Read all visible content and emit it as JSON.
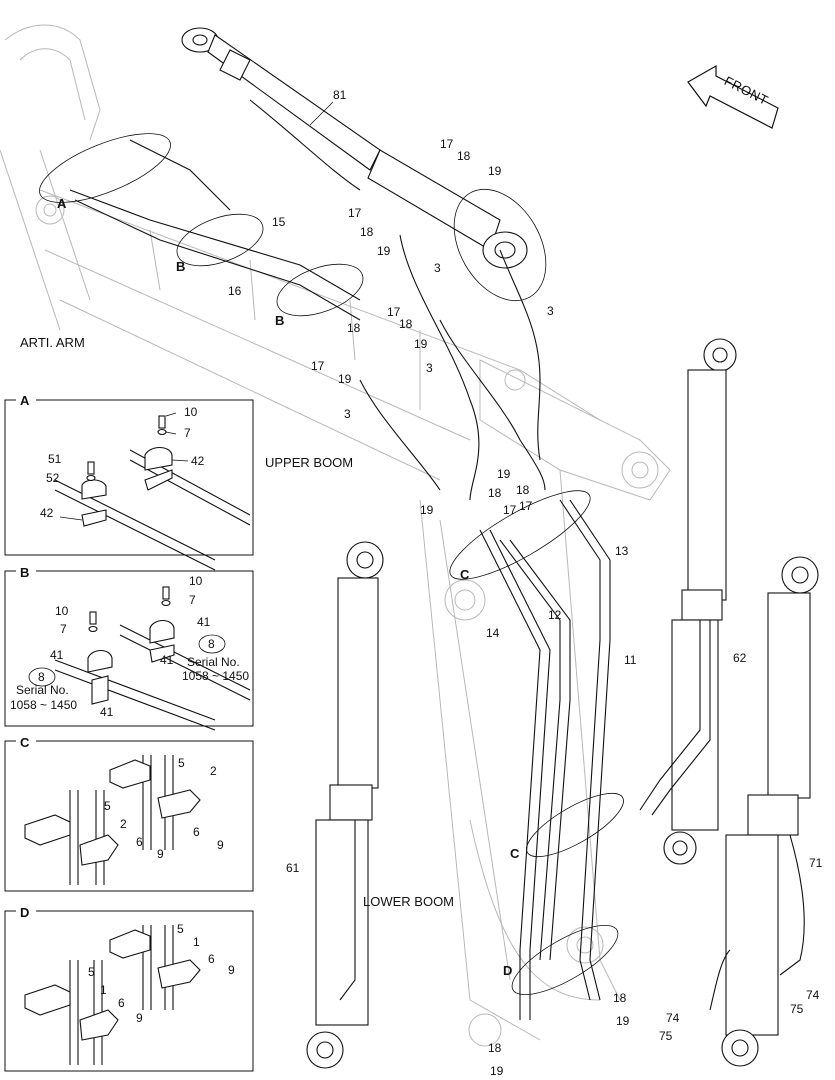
{
  "diagram": {
    "labels": {
      "front": "FRONT",
      "arti_arm": "ARTI. ARM",
      "upper_boom": "UPPER BOOM",
      "lower_boom": "LOWER BOOM",
      "callout_a": "A",
      "callout_b": "B",
      "callout_c": "C",
      "callout_d": "D"
    },
    "main_parts": {
      "p81": "81",
      "p17": "17",
      "p18": "18",
      "p19": "19",
      "p15": "15",
      "p16": "16",
      "p3": "3",
      "p13": "13",
      "p12": "12",
      "p14": "14",
      "p11": "11",
      "p62": "62",
      "p61": "61",
      "p71": "71",
      "p74": "74",
      "p75": "75"
    },
    "details": {
      "a": {
        "title": "A",
        "parts": [
          "10",
          "7",
          "51",
          "52",
          "42",
          "42"
        ]
      },
      "b": {
        "title": "B",
        "parts": [
          "10",
          "7",
          "41",
          "10",
          "7",
          "41",
          "41",
          "8",
          "8",
          "41"
        ],
        "serial_label": "Serial No.",
        "serial_range": "1058 ~ 1450"
      },
      "c": {
        "title": "C",
        "parts": [
          "5",
          "2",
          "6",
          "9",
          "5",
          "2",
          "6",
          "9"
        ]
      },
      "d": {
        "title": "D",
        "parts": [
          "5",
          "1",
          "6",
          "9",
          "5",
          "1",
          "6",
          "9"
        ]
      }
    }
  }
}
